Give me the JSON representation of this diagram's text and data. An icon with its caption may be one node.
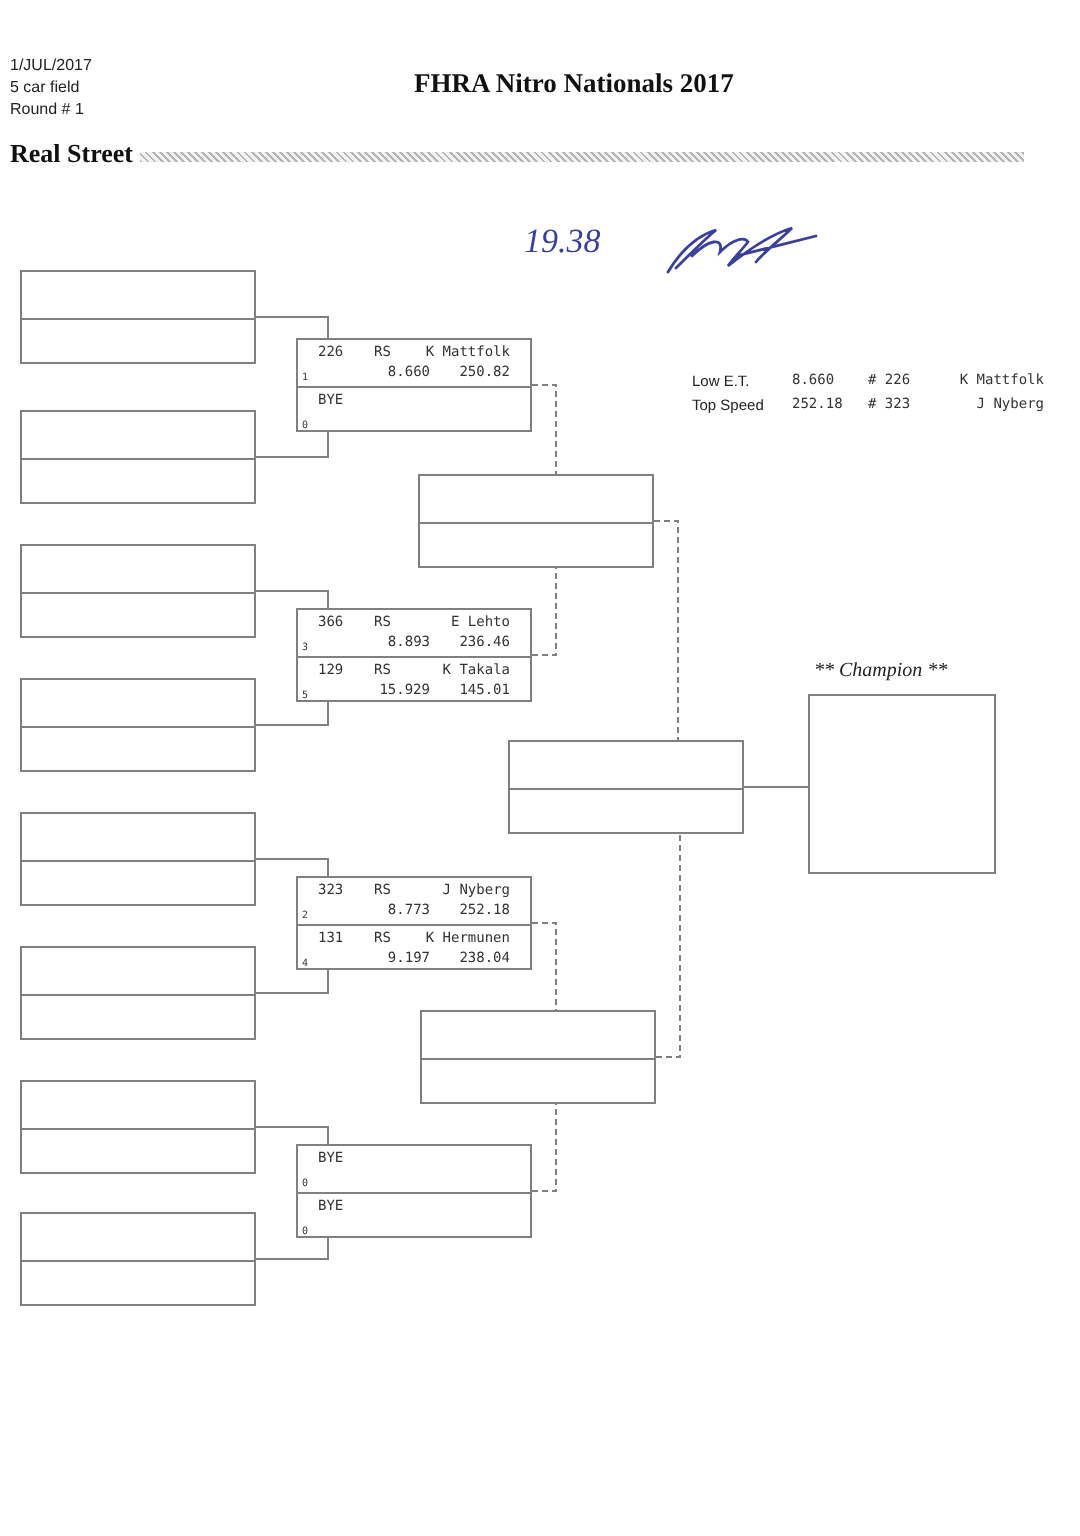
{
  "diagram": {
    "title": "FHRA Nitro Nationals 2017",
    "nodes": [
      {
        "text": [],
        "shape": "box"
      },
      {
        "text": [],
        "shape": "box"
      },
      {
        "text": [],
        "shape": "box"
      },
      {
        "text": [],
        "shape": "box"
      },
      {
        "text": [],
        "shape": "box"
      },
      {
        "text": [],
        "shape": "box"
      },
      {
        "text": [],
        "shape": "box"
      },
      {
        "text": [],
        "shape": "box"
      },
      {
        "text": [
          "226",
          "RS",
          "K Mattfolk",
          "1",
          "8.660",
          "250.82",
          "BYE",
          "0"
        ]
      },
      {
        "text": [
          "366",
          "RS",
          "E Lehto",
          "3",
          "8.893",
          "236.46",
          "129",
          "RS",
          "K Takala",
          "5",
          "15.929",
          "145.01"
        ]
      },
      {
        "text": [
          "323",
          "RS",
          "J Nyberg",
          "2",
          "8.773",
          "252.18",
          "131",
          "RS",
          "K Hermunen",
          "4",
          "9.197",
          "238.04"
        ]
      },
      {
        "text": [
          "BYE",
          "0",
          "BYE",
          "0"
        ]
      },
      {
        "text": [],
        "shape": "box"
      },
      {
        "text": [],
        "shape": "box"
      },
      {
        "text": [],
        "shape": "box"
      },
      {
        "text": [
          "** Champion **"
        ]
      }
    ],
    "edges": [
      {
        "from": 0,
        "to": 8,
        "arrow": "none"
      },
      {
        "from": 1,
        "to": 8,
        "arrow": "none"
      },
      {
        "from": 2,
        "to": 9,
        "arrow": "none"
      },
      {
        "from": 3,
        "to": 9,
        "arrow": "none"
      },
      {
        "from": 4,
        "to": 10,
        "arrow": "none"
      },
      {
        "from": 5,
        "to": 10,
        "arrow": "none"
      },
      {
        "from": 6,
        "to": 11,
        "arrow": "none"
      },
      {
        "from": 7,
        "to": 11,
        "arrow": "none"
      },
      {
        "from": 8,
        "to": 12,
        "arrow": "none",
        "style": "dashed"
      },
      {
        "from": 9,
        "to": 12,
        "arrow": "none",
        "style": "dashed"
      },
      {
        "from": 10,
        "to": 13,
        "arrow": "none",
        "style": "dashed"
      },
      {
        "from": 11,
        "to": 13,
        "arrow": "none",
        "style": "dashed"
      },
      {
        "from": 12,
        "to": 14,
        "arrow": "none",
        "style": "dashed"
      },
      {
        "from": 13,
        "to": 14,
        "arrow": "none",
        "style": "dashed"
      },
      {
        "from": 14,
        "to": 15,
        "arrow": "none"
      }
    ],
    "labels": [
      "1/JUL/2017",
      "5 car field",
      "Round # 1",
      "Real Street",
      "19.38",
      "Low E.T.",
      "8.660",
      "# 226",
      "K Mattfolk",
      "Top Speed",
      "252.18",
      "# 323",
      "J Nyberg"
    ]
  }
}
